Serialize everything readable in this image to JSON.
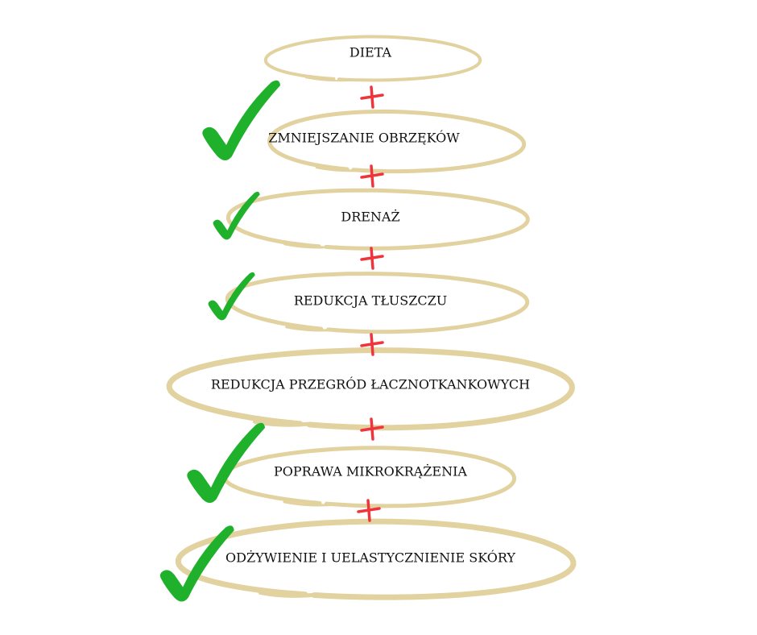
{
  "diagram": {
    "steps": [
      {
        "label": "DIETA",
        "checked": false
      },
      {
        "label": "ZMNIEJSZANIE OBRZĘKÓW",
        "checked": true
      },
      {
        "label": "DRENAŻ",
        "checked": true
      },
      {
        "label": "REDUKCJA TŁUSZCZU",
        "checked": true
      },
      {
        "label": "REDUKCJA PRZEGRÓD ŁACZNOTKANKOWYCH",
        "checked": false
      },
      {
        "label": "POPRAWA MIKROKRĄŻENIA",
        "checked": true
      },
      {
        "label": "ODŻYWIENIE I UELASTYCZNIENIE SKÓRY",
        "checked": true
      }
    ],
    "colors": {
      "ring": "#e2d29f",
      "plus": "#f0343b",
      "check": "#1fb12c"
    }
  }
}
